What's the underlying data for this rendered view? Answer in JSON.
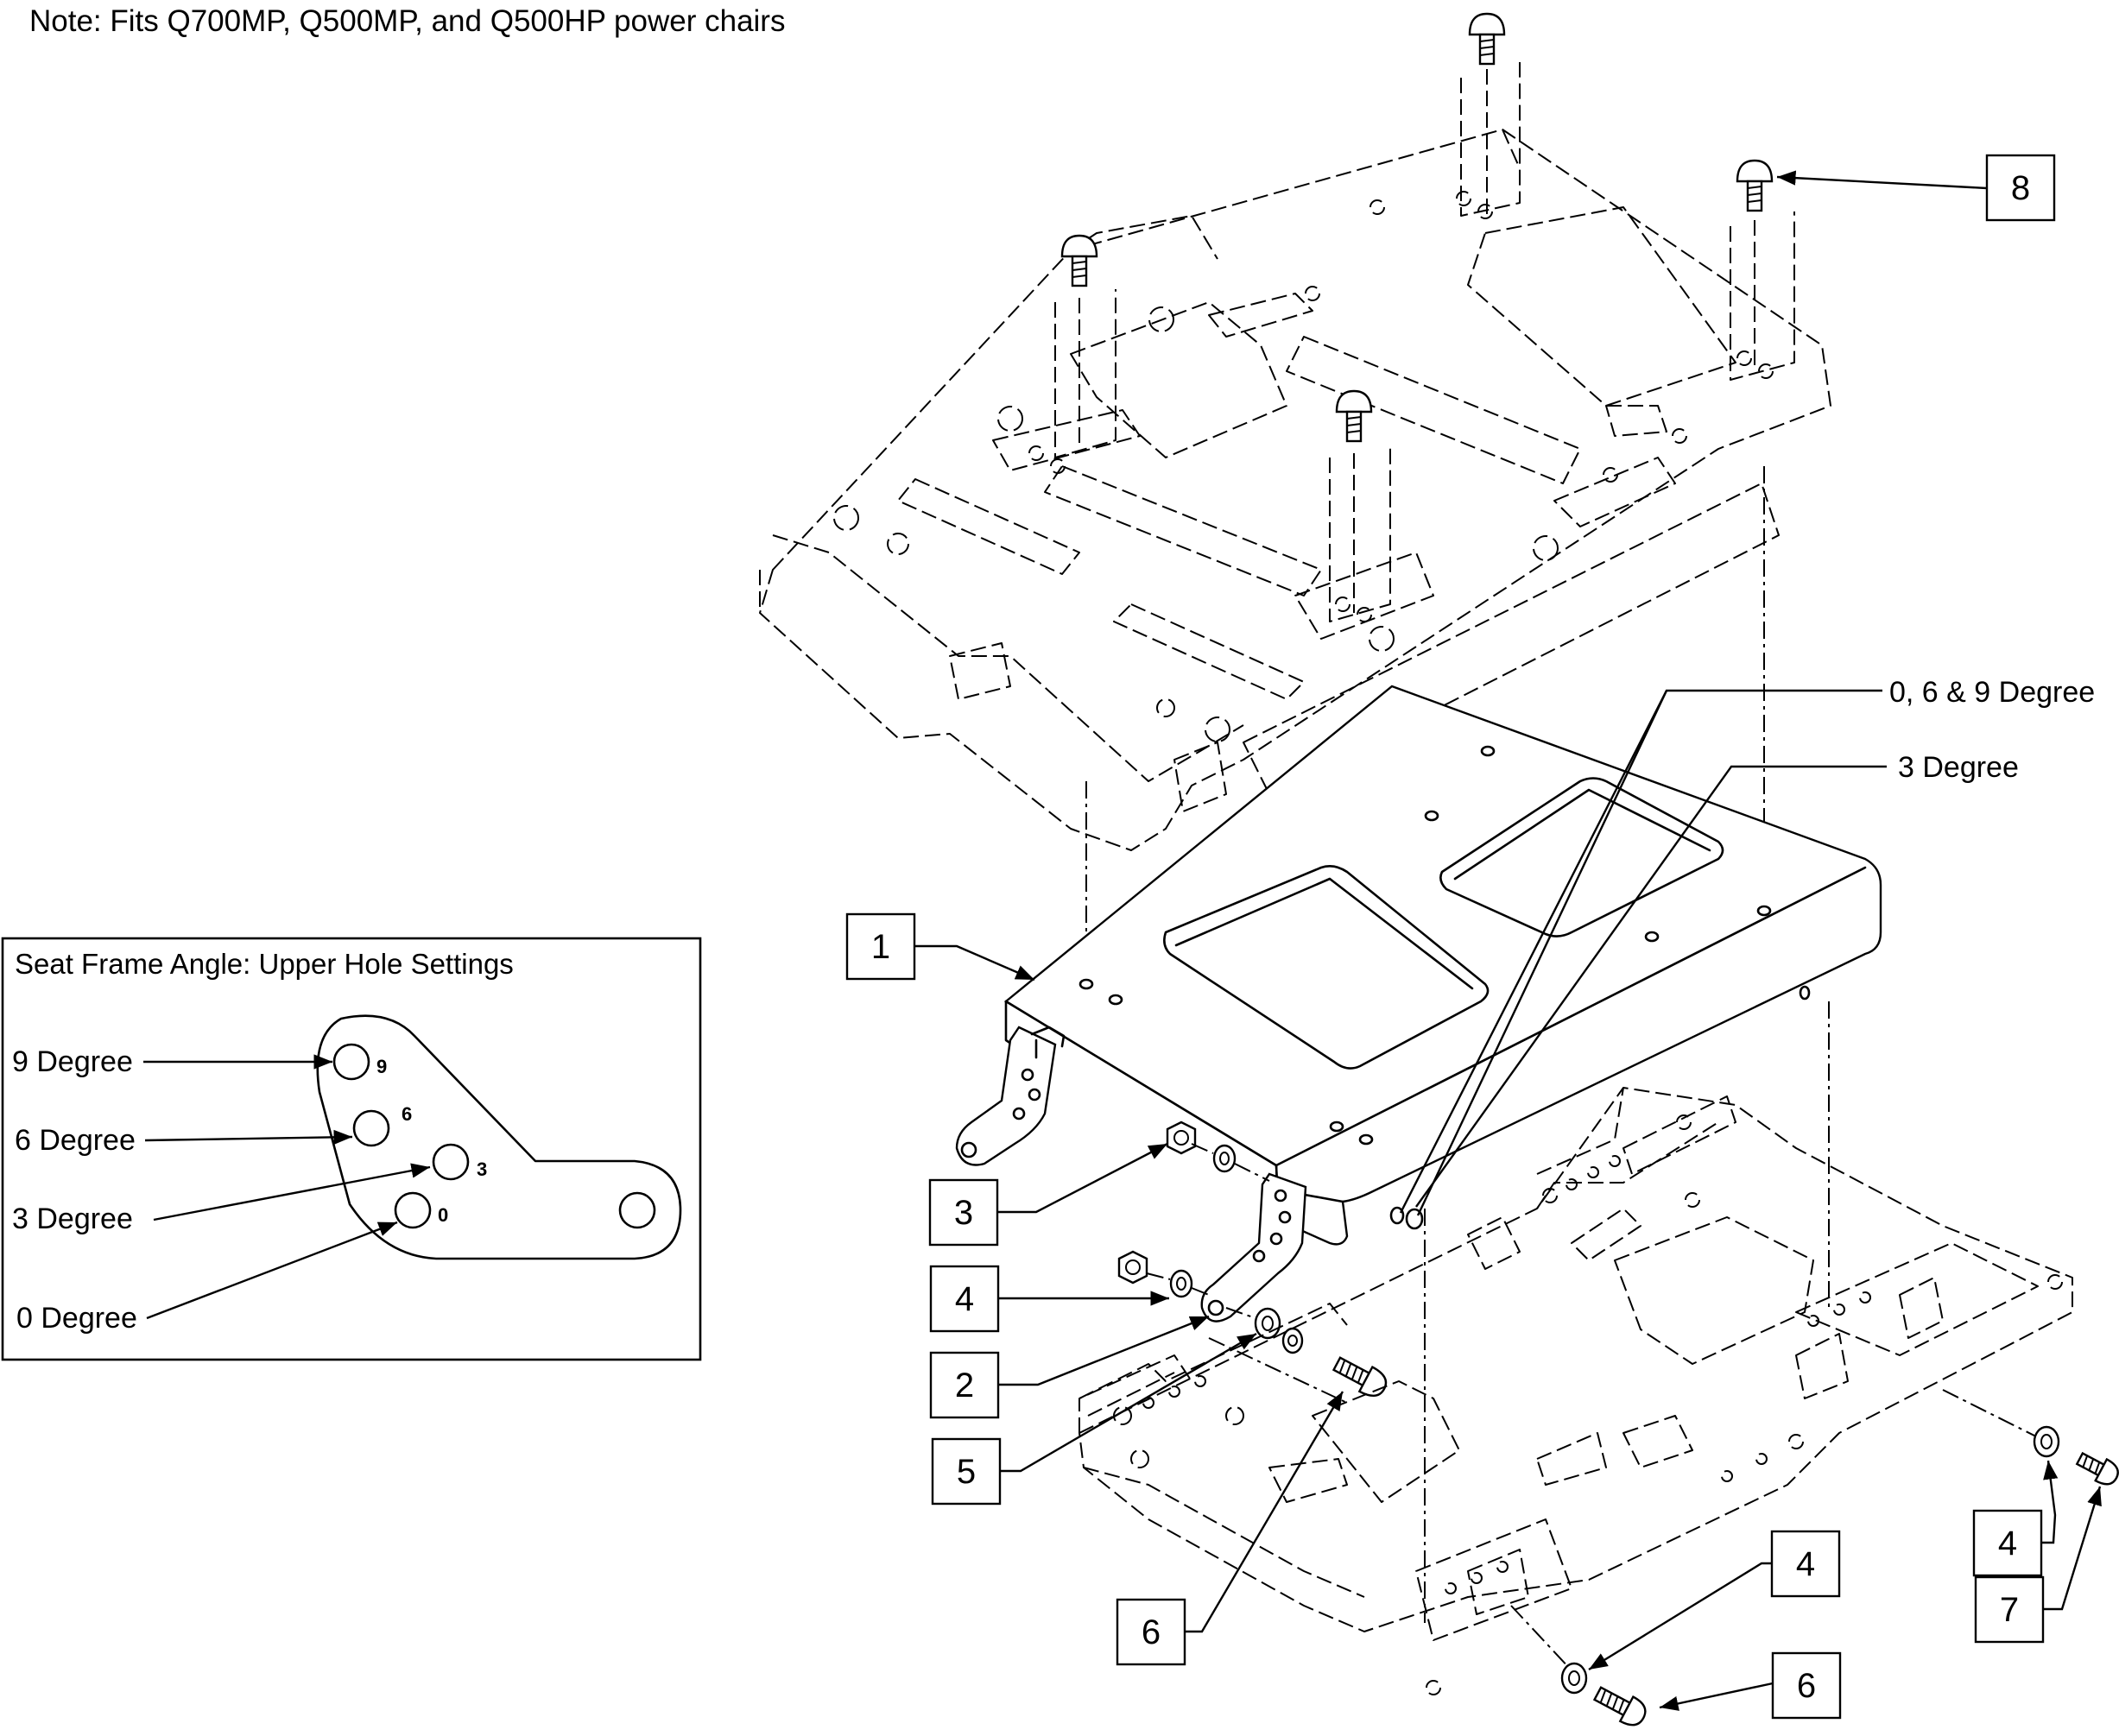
{
  "note": "Note: Fits Q700MP, Q500MP, and Q500HP power chairs",
  "inset": {
    "title": "Seat Frame Angle: Upper Hole Settings",
    "labels": [
      "9 Degree",
      "6 Degree",
      "3 Degree",
      "0 Degree"
    ],
    "hole_numbers": [
      "9",
      "6",
      "3",
      "0"
    ]
  },
  "angle_labels": {
    "a": "0, 6 & 9 Degree",
    "b": "3 Degree"
  },
  "callouts": [
    "1",
    "2",
    "3",
    "4",
    "5",
    "6",
    "7",
    "8"
  ]
}
